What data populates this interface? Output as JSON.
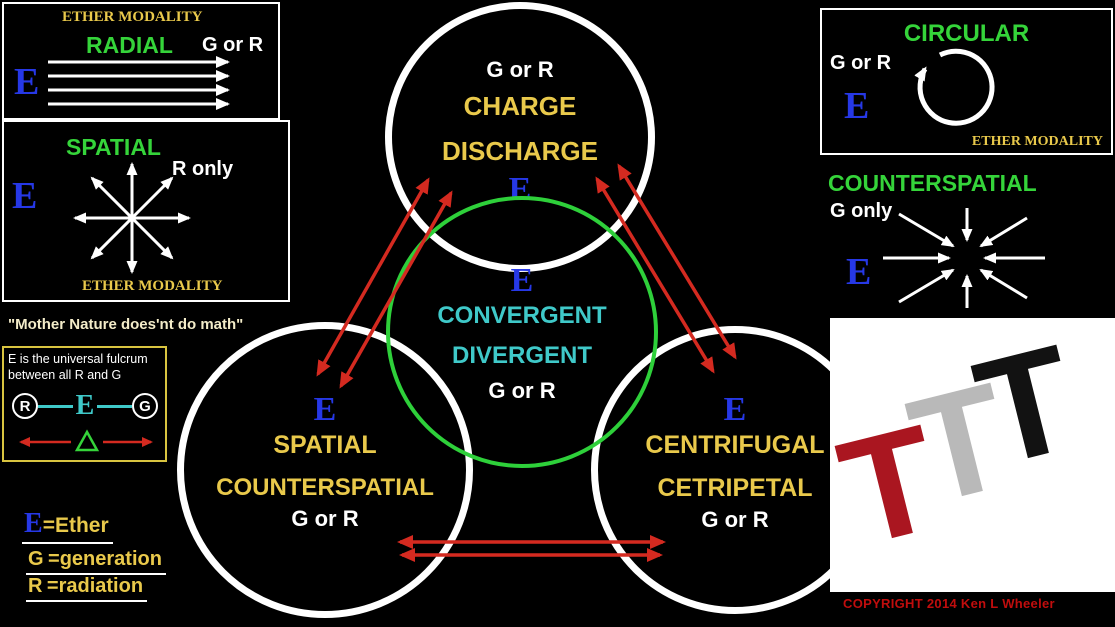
{
  "colors": {
    "background": "#000000",
    "yellow": "#e9c94b",
    "green": "#35d43a",
    "cyan": "#3fc9c9",
    "ether_blue": "#2638e6",
    "flow_arrow_red": "#d42a20",
    "copyright_red": "#c00d0d",
    "white": "#ffffff"
  },
  "radial_panel": {
    "header": "ETHER MODALITY",
    "title": "RADIAL",
    "mode": "G or R",
    "symbol": "E"
  },
  "spatial_panel": {
    "title": "SPATIAL",
    "mode": "R only",
    "symbol": "E",
    "footer": "ETHER MODALITY"
  },
  "circular_panel": {
    "title": "CIRCULAR",
    "mode": "G or R",
    "symbol": "E",
    "footer": "ETHER MODALITY"
  },
  "counterspatial_panel": {
    "title": "COUNTERSPATIAL",
    "mode": "G only",
    "symbol": "E"
  },
  "quote": "\"Mother Nature does'nt do math\"",
  "fulcrum": {
    "line1": "E is the universal fulcrum",
    "line2": "between all R and G",
    "left": "R",
    "center": "E",
    "right": "G"
  },
  "legend": {
    "e_symbol": "E",
    "e_label": "=Ether",
    "g_symbol": "G",
    "g_label": "=generation",
    "r_symbol": "R",
    "r_label": "=radiation"
  },
  "charge_circle": {
    "mode": "G or R",
    "title1": "CHARGE",
    "title2": "DISCHARGE",
    "symbol": "E"
  },
  "convergent_circle": {
    "symbol": "E",
    "title1": "CONVERGENT",
    "title2": "DIVERGENT",
    "mode": "G or R"
  },
  "spatial_circle": {
    "symbol": "E",
    "title1": "SPATIAL",
    "title2": "COUNTERSPATIAL",
    "mode": "G or R"
  },
  "centrifugal_circle": {
    "symbol": "E",
    "title1": "CENTRIFUGAL",
    "title2": "CETRIPETAL",
    "mode": "G or R"
  },
  "logo": {
    "t1": "T",
    "t2": "T",
    "t3": "T"
  },
  "copyright": "COPYRIGHT 2014 Ken L Wheeler"
}
